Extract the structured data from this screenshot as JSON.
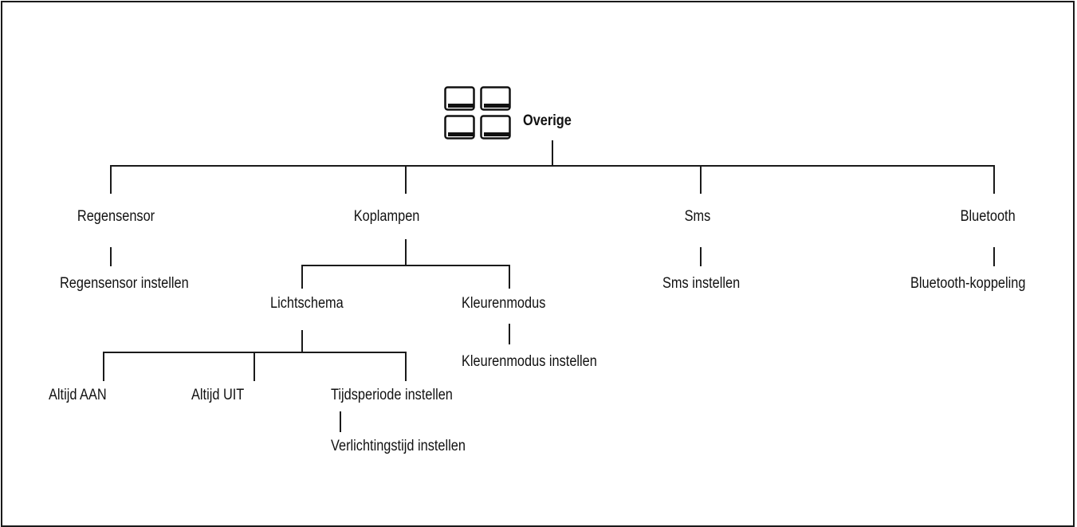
{
  "diagram": {
    "root": {
      "label": "Overige",
      "icon": "four-squares-menu-icon"
    },
    "regensensor": {
      "label": "Regensensor",
      "child": "Regensensor instellen"
    },
    "koplampen": {
      "label": "Koplampen",
      "lichtschema": {
        "label": "Lichtschema",
        "children": [
          "Altijd AAN",
          "Altijd UIT",
          "Tijdsperiode instellen"
        ],
        "tijdsperiode_child": "Verlichtingstijd instellen"
      },
      "kleurenmodus": {
        "label": "Kleurenmodus",
        "child": "Kleurenmodus instellen"
      }
    },
    "sms": {
      "label": "Sms",
      "child": "Sms instellen"
    },
    "bluetooth": {
      "label": "Bluetooth",
      "child": "Bluetooth-koppeling"
    }
  }
}
